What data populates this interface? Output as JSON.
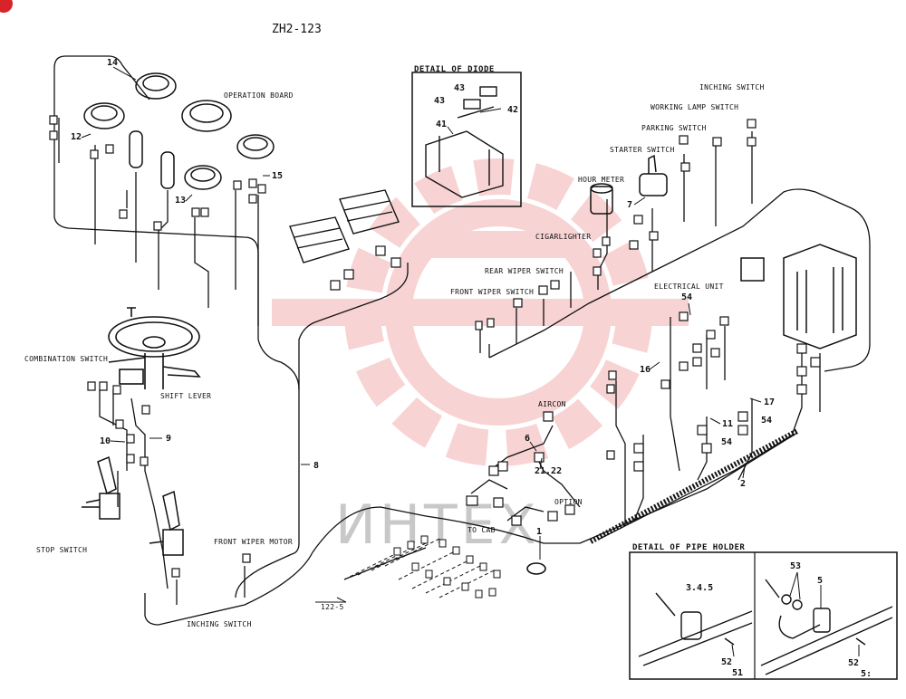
{
  "drawing_id": "ZH2-123",
  "detail_titles": {
    "diode": "DETAIL OF DIODE",
    "pipe_holder": "DETAIL OF PIPE HOLDER"
  },
  "labels": {
    "operation_board": "OPERATION BOARD",
    "inching_switch_top": "INCHING SWITCH",
    "working_lamp_switch": "WORKING LAMP SWITCH",
    "parking_switch": "PARKING SWITCH",
    "starter_switch": "STARTER SWITCH",
    "hour_meter": "HOUR METER",
    "cigarlighter": "CIGARLIGHTER",
    "rear_wiper_switch": "REAR WIPER SWITCH",
    "front_wiper_switch": "FRONT WIPER SWITCH",
    "electrical_unit": "ELECTRICAL UNIT",
    "combination_switch": "COMBINATION SWITCH",
    "shift_lever": "SHIFT LEVER",
    "aircon": "AIRCON",
    "option": "OPTION",
    "to_cab": "TO CAB",
    "stop_switch": "STOP SWITCH",
    "front_wiper_motor": "FRONT WIPER MOTOR",
    "inching_switch_bottom": "INCHING SWITCH",
    "ref_122_5": "122-5"
  },
  "callouts": {
    "c14": "14",
    "c12": "12",
    "c13": "13",
    "c15": "15",
    "c43a": "43",
    "c43b": "43",
    "c42": "42",
    "c41": "41",
    "c7": "7",
    "c54a": "54",
    "c16": "16",
    "c17": "17",
    "c54b": "54",
    "c11": "11",
    "c54c": "54",
    "c2": "2",
    "c8": "8",
    "c9": "9",
    "c10": "10",
    "c6": "6",
    "c2122": "21.22",
    "c1": "1",
    "c345": "3.4.5",
    "c52a": "52",
    "c51a": "51",
    "c53": "53",
    "c5": "5",
    "c52b": "52",
    "c51b": "5:"
  },
  "watermark": {
    "text": "ИНТЕХ",
    "color": "#e23a3a"
  }
}
